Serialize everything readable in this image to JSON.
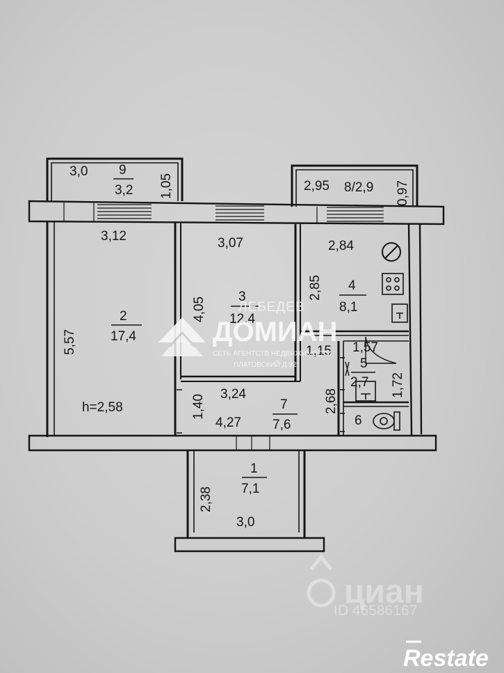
{
  "rooms": [
    {
      "id": "9",
      "number": "9",
      "area": "3,2"
    },
    {
      "id": "8",
      "number_area": "8/2,9"
    },
    {
      "id": "2",
      "number": "2",
      "area": "17,4"
    },
    {
      "id": "3",
      "number": "3",
      "area": "12,4"
    },
    {
      "id": "4",
      "number": "4",
      "area": "8,1"
    },
    {
      "id": "5",
      "number": "5",
      "area": "2,7"
    },
    {
      "id": "6",
      "number": "6"
    },
    {
      "id": "7",
      "number": "7",
      "area": "7,6"
    },
    {
      "id": "1",
      "number": "1",
      "area": "7,1"
    }
  ],
  "dimensions": {
    "balcony9_width": "3,0",
    "balcony9_depth": "1,05",
    "balcony8_width": "2,95",
    "balcony8_depth": "0,97",
    "room2_width": "3,12",
    "room2_length": "5,57",
    "room3_width": "3,07",
    "room3_length": "4,05",
    "room4_width": "2,84",
    "room4_length": "2,85",
    "room5_a": "1,57",
    "room5_b": "1,72",
    "corridor_a": "1,15",
    "corridor_width": "3,24",
    "hall_depth": "1,40",
    "hall_width": "4,27",
    "hall_side": "2,68",
    "room1_depth": "2,38",
    "room1_width": "3,0"
  },
  "ceiling_height": "h=2,58",
  "watermark": {
    "agency_name": "ЛЕБЕДЕВ",
    "brand": "ДОМИАН",
    "tagline": "СЕТЬ АГЕНТСТВ НЕДВИЖИМОСТИ",
    "address": "ПЛАТОВСКИЙ Д.92"
  },
  "cian": {
    "name": "циан",
    "listing_id": "ID 46586167"
  },
  "restate_logo": "Restate",
  "colors": {
    "paper": "#cdcdcd",
    "ink": "#161616",
    "watermark": "#f4f4f4"
  }
}
